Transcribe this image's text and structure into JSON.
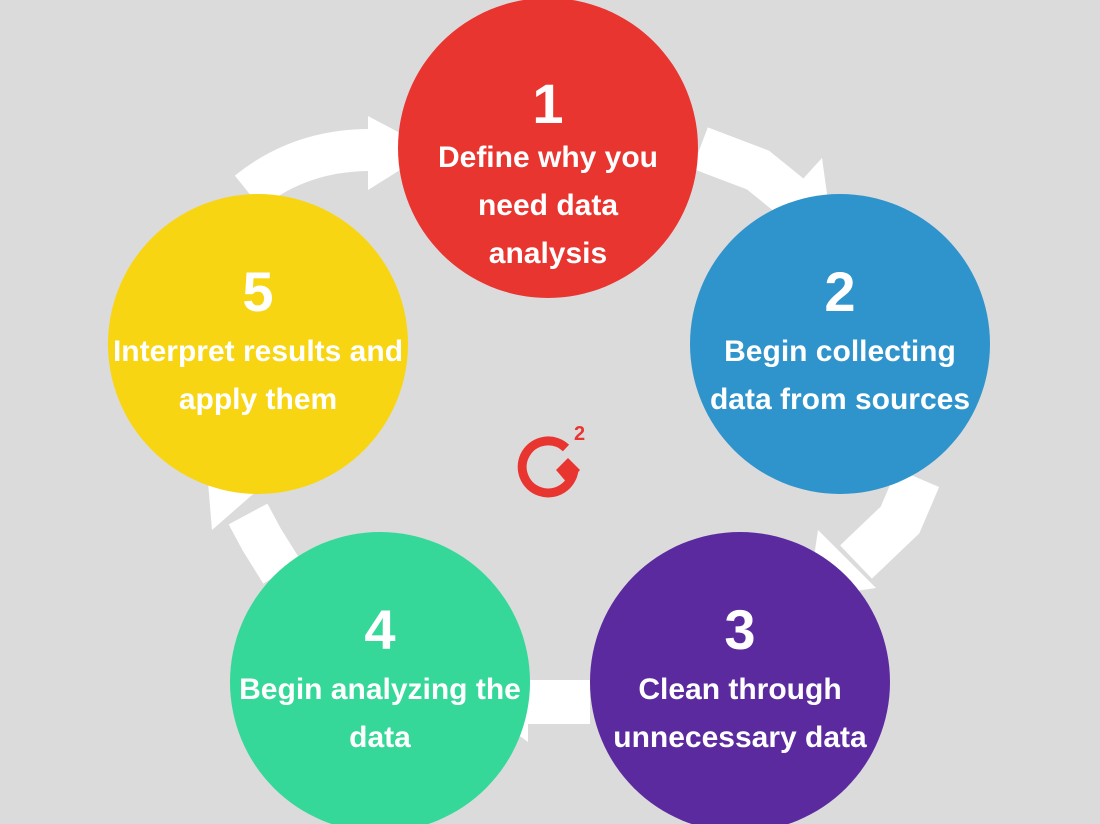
{
  "diagram": {
    "steps": [
      {
        "number": "1",
        "label": "Define why you need data analysis",
        "color": "#e93530"
      },
      {
        "number": "2",
        "label": "Begin collecting data from sources",
        "color": "#2f94cc"
      },
      {
        "number": "3",
        "label": "Clean through unnecessary data",
        "color": "#5b2a9e"
      },
      {
        "number": "4",
        "label": "Begin analyzing the data",
        "color": "#35d898"
      },
      {
        "number": "5",
        "label": "Interpret results and apply them",
        "color": "#f8d513"
      }
    ],
    "logo": {
      "name": "g2-logo",
      "mark": "G",
      "superscript": "2",
      "color": "#e93530"
    },
    "arrow_color": "#ffffff"
  }
}
